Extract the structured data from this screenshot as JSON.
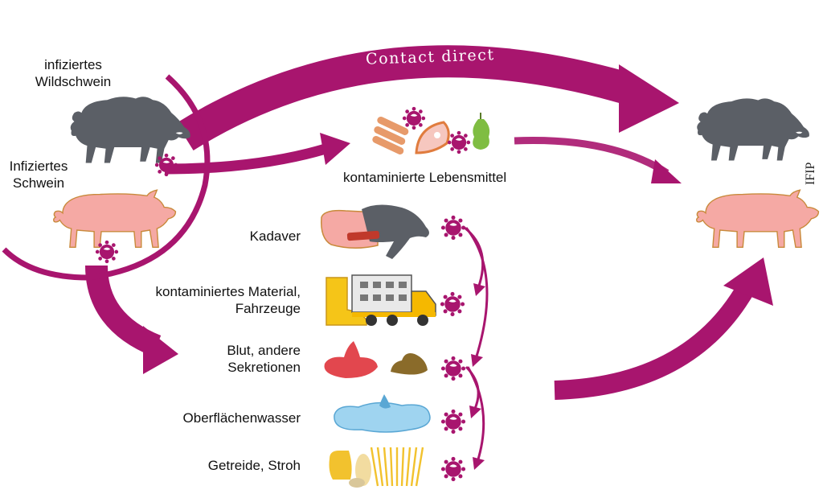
{
  "diagram": {
    "main_arrow_label": "Contact direct",
    "source_labels": {
      "wild_boar": "infiziertes\nWildschwein",
      "pig": "Infiziertes\nSchwein"
    },
    "food_label": "kontaminierte Lebensmittel",
    "transmission_routes": [
      {
        "label": "Kadaver"
      },
      {
        "label": "kontaminiertes Material,\nFahrzeuge"
      },
      {
        "label": "Blut, andere\nSekretionen"
      },
      {
        "label": "Oberflächenwasser"
      },
      {
        "label": "Getreide, Stroh"
      }
    ],
    "credit": "IFIP"
  },
  "colors": {
    "arrow": "#a8156e",
    "virus": "#a8156e",
    "boar": "#5b5f66",
    "pig": "#f5a9a4",
    "pig_outline": "#c98a3c",
    "truck": "#f5b800",
    "water": "#9fd4f0",
    "blood": "#e2474e",
    "dung": "#8a6b2a",
    "grain": "#f2c22e"
  },
  "icons": [
    "wild-boar-icon",
    "pig-icon",
    "virus-icon",
    "sausage-icon",
    "ham-icon",
    "pear-icon",
    "carcass-icon",
    "boot-icon",
    "truck-icon",
    "blood-icon",
    "dung-icon",
    "water-puddle-icon",
    "corn-icon",
    "straw-icon"
  ]
}
